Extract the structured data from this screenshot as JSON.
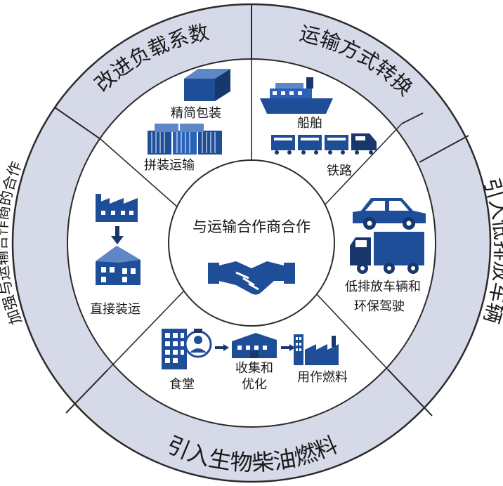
{
  "center": {
    "title": "与运输合作商合作",
    "icon": "handshake-icon"
  },
  "outer_ring": {
    "top_left": "改进负载系数",
    "top_right": "运输方式转换",
    "right": "引入低排放车辆",
    "bottom": "引入生物柴油燃料",
    "left": "加强与运输合作商的合作"
  },
  "segments": {
    "load_factor": {
      "items": [
        {
          "label": "精简包装",
          "icon": "box-icon"
        },
        {
          "label": "拼装运输",
          "icon": "container-stack-icon"
        }
      ]
    },
    "modal_shift": {
      "items": [
        {
          "label": "船舶",
          "icon": "ship-icon"
        },
        {
          "label": "铁路",
          "icon": "train-icon"
        }
      ]
    },
    "low_emission": {
      "label_line1": "低排放车辆和",
      "label_line2": "环保驾驶",
      "icons": [
        "car-icon",
        "truck-icon"
      ]
    },
    "biodiesel": {
      "items": [
        {
          "label": "食堂",
          "icon": "canteen-icon"
        },
        {
          "label_line1": "收集和",
          "label_line2": "优化",
          "icon": "collection-facility-icon"
        },
        {
          "label": "用作燃料",
          "icon": "factory-icon"
        }
      ]
    },
    "direct_shipping": {
      "label": "直接装运",
      "icons": [
        "factory-icon",
        "arrow-down-icon",
        "house-icon"
      ]
    }
  },
  "colors": {
    "ring_fill": "#d5d9e8",
    "line": "#2b2b2b",
    "icon": "#1f4e99",
    "icon_dark": "#17376d"
  }
}
